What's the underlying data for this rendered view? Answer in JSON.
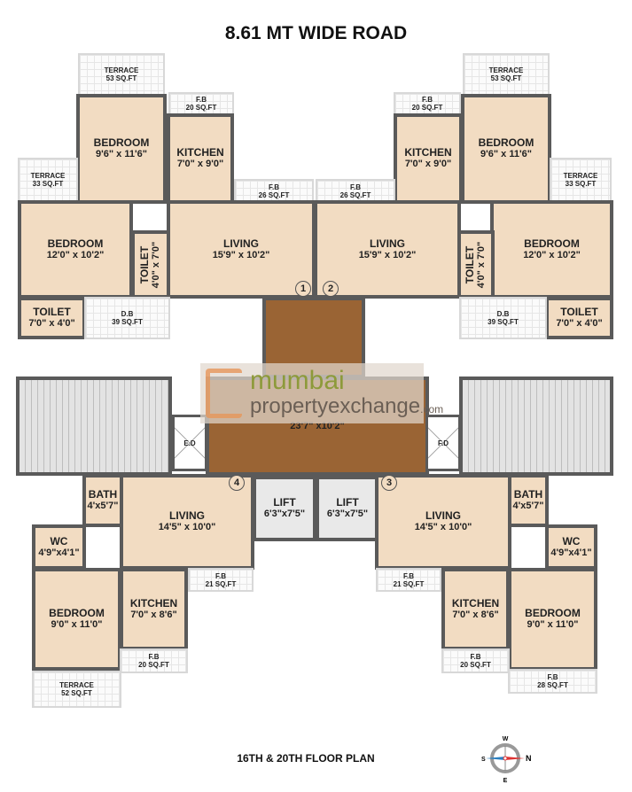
{
  "title": "8.61 MT WIDE ROAD",
  "footer": "16TH & 20TH FLOOR PLAN",
  "watermark": {
    "line1": "mumbai",
    "line2": "propertyexchange",
    "suffix": ".com"
  },
  "compass": {
    "n": "N",
    "s": "S",
    "e": "E",
    "w": "W"
  },
  "colors": {
    "room": "#f2dcc2",
    "lobby": "#9a6434",
    "wall": "#5a5a5a",
    "stair": "#e3e3e3"
  },
  "flat_numbers": [
    "1",
    "2",
    "3",
    "4"
  ],
  "rooms": {
    "f1_terrace": {
      "name": "TERRACE",
      "dim": "53 SQ.FT"
    },
    "f1_bedroom1": {
      "name": "BEDROOM",
      "dim": "9'6\" x 11'6\""
    },
    "f1_fb20": {
      "name": "F.B",
      "dim": "20 SQ.FT"
    },
    "f1_kitchen": {
      "name": "KITCHEN",
      "dim": "7'0\" x 9'0\""
    },
    "f1_terrace33": {
      "name": "TERRACE",
      "dim": "33 SQ.FT"
    },
    "f1_fb26": {
      "name": "F.B",
      "dim": "26 SQ.FT"
    },
    "f1_bedroom2": {
      "name": "BEDROOM",
      "dim": "12'0\" x 10'2\""
    },
    "f1_toilet_v": {
      "name": "TOILET",
      "dim": "4'0\" x 7'0\""
    },
    "f1_living": {
      "name": "LIVING",
      "dim": "15'9\" x 10'2\""
    },
    "f1_toilet": {
      "name": "TOILET",
      "dim": "7'0\" x 4'0\""
    },
    "f1_db": {
      "name": "D.B",
      "dim": "39 SQ.FT"
    },
    "f2_terrace": {
      "name": "TERRACE",
      "dim": "53 SQ.FT"
    },
    "f2_bedroom1": {
      "name": "BEDROOM",
      "dim": "9'6\" x 11'6\""
    },
    "f2_fb20": {
      "name": "F.B",
      "dim": "20 SQ.FT"
    },
    "f2_kitchen": {
      "name": "KITCHEN",
      "dim": "7'0\" x 9'0\""
    },
    "f2_terrace33": {
      "name": "TERRACE",
      "dim": "33 SQ.FT"
    },
    "f2_fb26": {
      "name": "F.B",
      "dim": "26 SQ.FT"
    },
    "f2_bedroom2": {
      "name": "BEDROOM",
      "dim": "12'0\" x 10'2\""
    },
    "f2_toilet_v": {
      "name": "TOILET",
      "dim": "4'0\" x 7'0\""
    },
    "f2_living": {
      "name": "LIVING",
      "dim": "15'9\" x 10'2\""
    },
    "f2_toilet": {
      "name": "TOILET",
      "dim": "7'0\" x 4'0\""
    },
    "f2_db": {
      "name": "D.B",
      "dim": "39 SQ.FT"
    },
    "stair_left": {
      "name": "",
      "dim": ""
    },
    "stair_right": {
      "name": "",
      "dim": ""
    },
    "corridor": {
      "name": "",
      "dim": ""
    },
    "lobby": {
      "name": "",
      "dim": "23'7\" x10'2\""
    },
    "ed": {
      "name": "E.D",
      "dim": ""
    },
    "fd": {
      "name": "F.D",
      "dim": ""
    },
    "lift1": {
      "name": "LIFT",
      "dim": "6'3\"x7'5\""
    },
    "lift2": {
      "name": "LIFT",
      "dim": "6'3\"x7'5\""
    },
    "f4_living": {
      "name": "LIVING",
      "dim": "14'5\" x 10'0\""
    },
    "f4_bath": {
      "name": "BATH",
      "dim": "4'x5'7\""
    },
    "f4_wc": {
      "name": "WC",
      "dim": "4'9\"x4'1\""
    },
    "f4_bedroom": {
      "name": "BEDROOM",
      "dim": "9'0\" x 11'0\""
    },
    "f4_kitchen": {
      "name": "KITCHEN",
      "dim": "7'0\" x 8'6\""
    },
    "f4_fb21": {
      "name": "F.B",
      "dim": "21 SQ.FT"
    },
    "f4_fb20": {
      "name": "F.B",
      "dim": "20 SQ.FT"
    },
    "f4_terrace": {
      "name": "TERRACE",
      "dim": "52 SQ.FT"
    },
    "f3_living": {
      "name": "LIVING",
      "dim": "14'5\" x 10'0\""
    },
    "f3_bath": {
      "name": "BATH",
      "dim": "4'x5'7\""
    },
    "f3_wc": {
      "name": "WC",
      "dim": "4'9\"x4'1\""
    },
    "f3_bedroom": {
      "name": "BEDROOM",
      "dim": "9'0\" x 11'0\""
    },
    "f3_kitchen": {
      "name": "KITCHEN",
      "dim": "7'0\" x 8'6\""
    },
    "f3_fb21": {
      "name": "F.B",
      "dim": "21 SQ.FT"
    },
    "f3_fb20": {
      "name": "F.B",
      "dim": "20 SQ.FT"
    },
    "f3_fb28": {
      "name": "F.B",
      "dim": "28 SQ.FT"
    }
  }
}
